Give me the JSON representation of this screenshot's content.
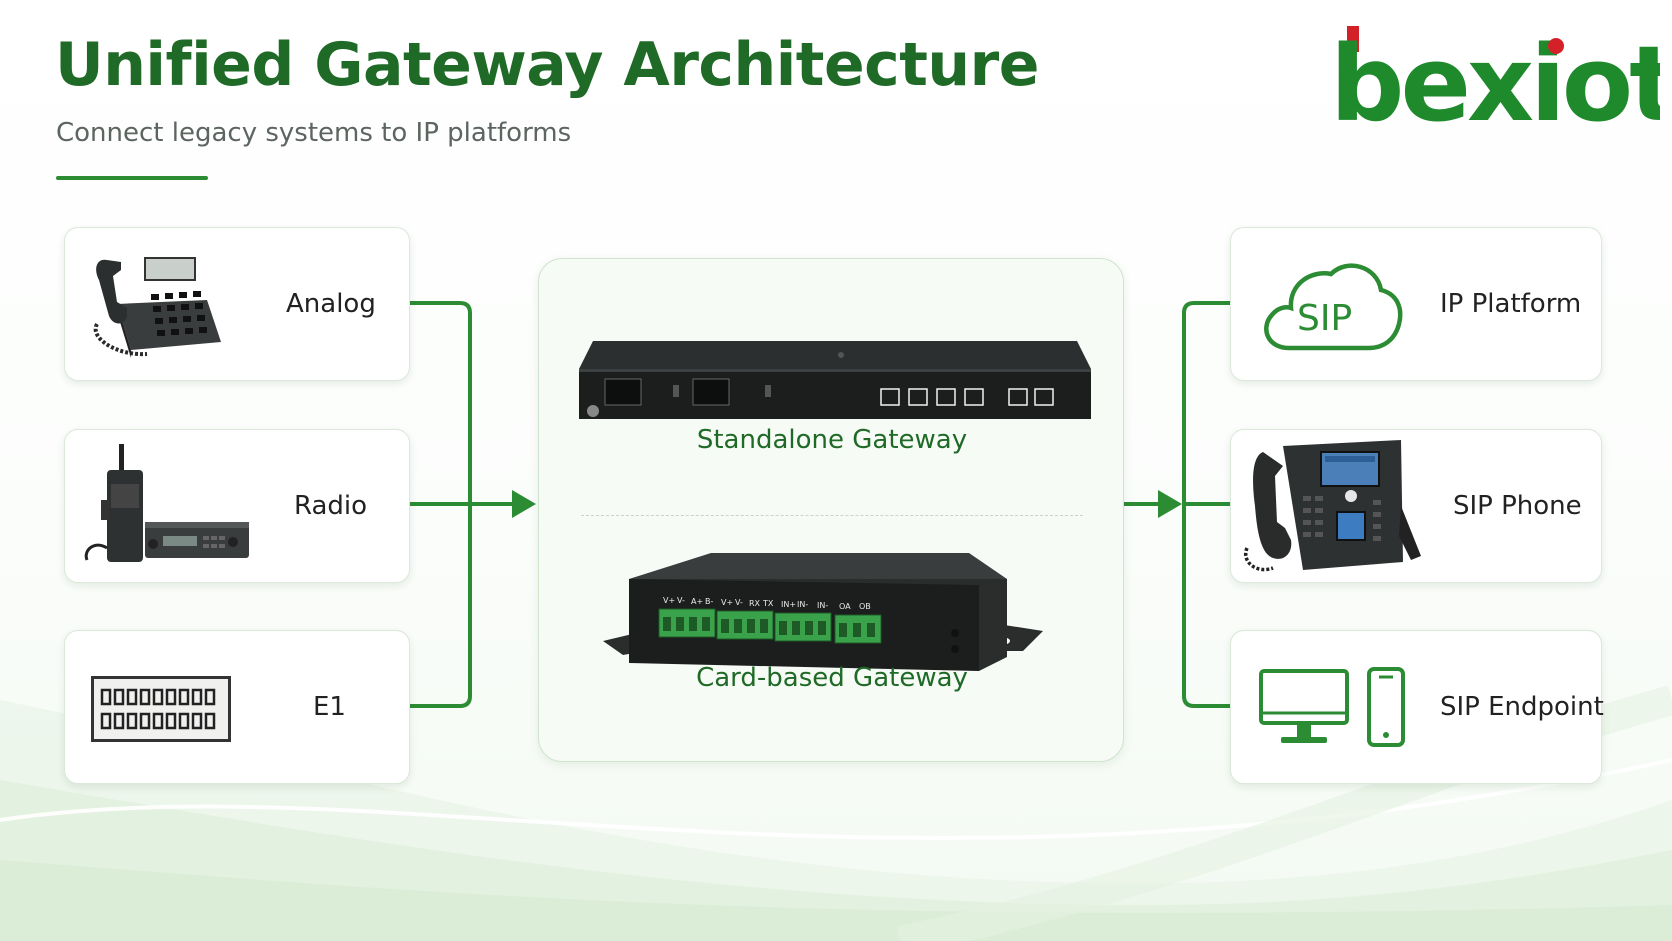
{
  "header": {
    "title": "Unified Gateway Architecture",
    "subtitle": "Connect legacy systems to IP platforms"
  },
  "logo": {
    "text": "bexiot",
    "colors": {
      "green": "#1f8a2c",
      "red": "#d42027"
    }
  },
  "inputs": [
    {
      "label": "Analog",
      "icon": "desk-phone-icon"
    },
    {
      "label": "Radio",
      "icon": "radio-icon"
    },
    {
      "label": "E1",
      "icon": "e1-board-icon"
    }
  ],
  "gateways": [
    {
      "label": "Standalone Gateway",
      "icon": "rack-gateway-icon"
    },
    {
      "label": "Card-based Gateway",
      "icon": "card-gateway-icon"
    }
  ],
  "outputs": [
    {
      "label": "IP Platform",
      "icon": "sip-cloud-icon",
      "badge": "SIP"
    },
    {
      "label": "SIP Phone",
      "icon": "ip-phone-icon"
    },
    {
      "label": "SIP Endpoint",
      "icon": "monitor-mobile-icon"
    }
  ],
  "card_gateway_terminals": [
    "V+",
    "V-",
    "A+",
    "B-",
    "V+",
    "V-",
    "RX",
    "TX",
    "IN+",
    "IN-",
    "IN-",
    "OA",
    "OB"
  ],
  "colors": {
    "accent": "#2c8c33",
    "title": "#1f6a26",
    "device": "#1c1e1e"
  }
}
